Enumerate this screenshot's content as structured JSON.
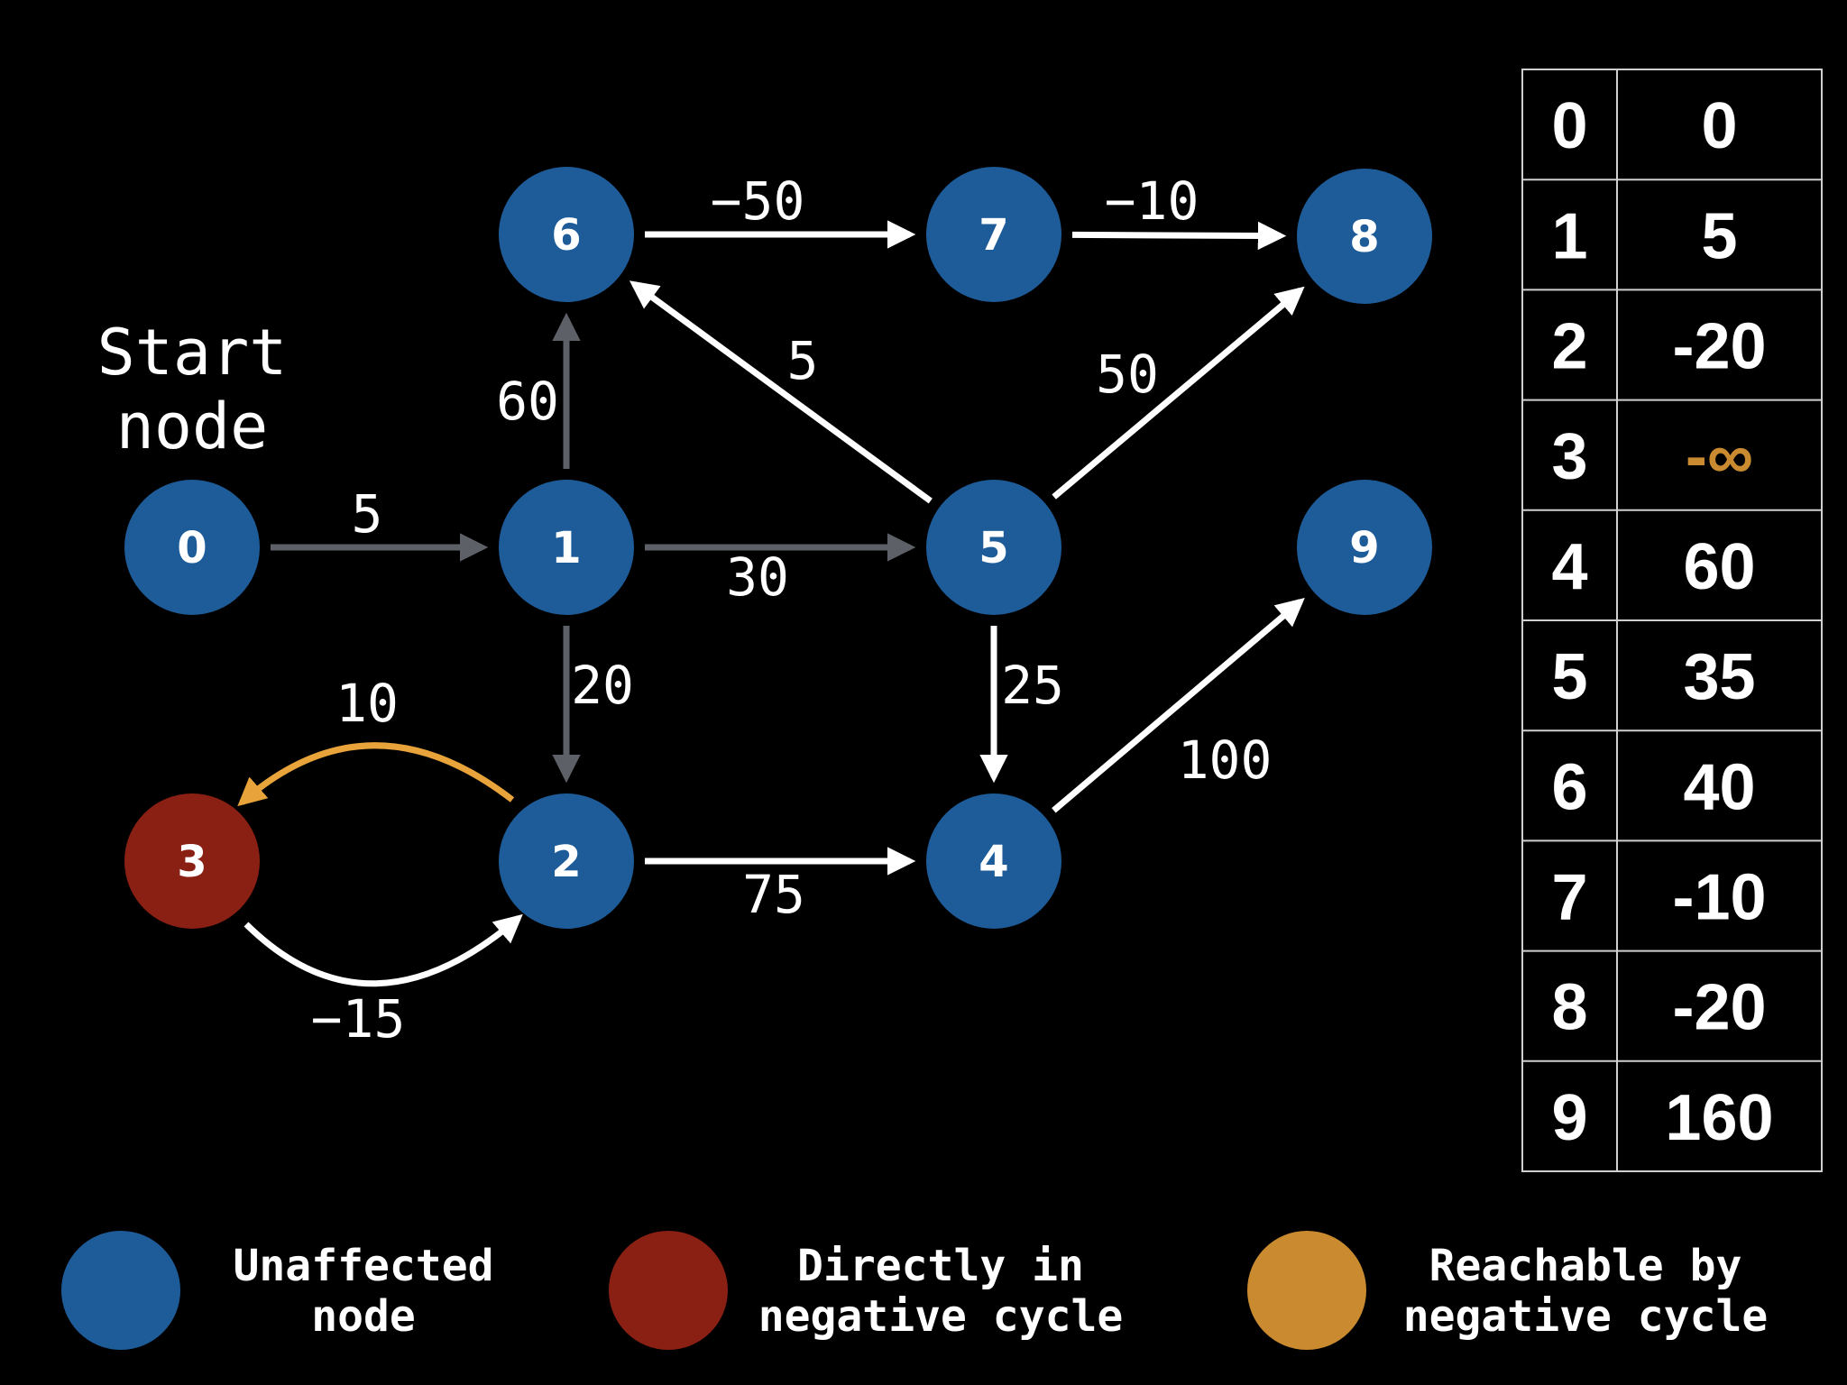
{
  "colors": {
    "background": "#000000",
    "unaffected": "#1d5c99",
    "direct_cycle": "#8a2014",
    "reachable": "#c98a30",
    "edge_gray": "#5d6066",
    "edge_white": "#ffffff",
    "edge_orange": "#e8a33a"
  },
  "start_label": [
    "Start",
    "node"
  ],
  "nodes": [
    {
      "id": "0",
      "label": "0",
      "status": "unaffected"
    },
    {
      "id": "1",
      "label": "1",
      "status": "unaffected"
    },
    {
      "id": "2",
      "label": "2",
      "status": "unaffected"
    },
    {
      "id": "3",
      "label": "3",
      "status": "direct_cycle"
    },
    {
      "id": "4",
      "label": "4",
      "status": "unaffected"
    },
    {
      "id": "5",
      "label": "5",
      "status": "unaffected"
    },
    {
      "id": "6",
      "label": "6",
      "status": "unaffected"
    },
    {
      "id": "7",
      "label": "7",
      "status": "unaffected"
    },
    {
      "id": "8",
      "label": "8",
      "status": "unaffected"
    },
    {
      "id": "9",
      "label": "9",
      "status": "unaffected"
    }
  ],
  "edges": [
    {
      "from": "0",
      "to": "1",
      "weight": "5",
      "color": "gray"
    },
    {
      "from": "1",
      "to": "6",
      "weight": "60",
      "color": "gray"
    },
    {
      "from": "1",
      "to": "5",
      "weight": "30",
      "color": "gray"
    },
    {
      "from": "1",
      "to": "2",
      "weight": "20",
      "color": "gray"
    },
    {
      "from": "6",
      "to": "7",
      "weight": "−50",
      "color": "white"
    },
    {
      "from": "7",
      "to": "8",
      "weight": "−10",
      "color": "white"
    },
    {
      "from": "5",
      "to": "6",
      "weight": "5",
      "color": "white"
    },
    {
      "from": "5",
      "to": "8",
      "weight": "50",
      "color": "white"
    },
    {
      "from": "5",
      "to": "4",
      "weight": "25",
      "color": "white"
    },
    {
      "from": "2",
      "to": "4",
      "weight": "75",
      "color": "white"
    },
    {
      "from": "4",
      "to": "9",
      "weight": "100",
      "color": "white"
    },
    {
      "from": "2",
      "to": "3",
      "weight": "10",
      "color": "orange"
    },
    {
      "from": "3",
      "to": "2",
      "weight": "−15",
      "color": "white"
    }
  ],
  "distance_table": [
    {
      "node": "0",
      "dist": "0",
      "highlight": false
    },
    {
      "node": "1",
      "dist": "5",
      "highlight": false
    },
    {
      "node": "2",
      "dist": "-20",
      "highlight": false
    },
    {
      "node": "3",
      "dist": "-∞",
      "highlight": true
    },
    {
      "node": "4",
      "dist": "60",
      "highlight": false
    },
    {
      "node": "5",
      "dist": "35",
      "highlight": false
    },
    {
      "node": "6",
      "dist": "40",
      "highlight": false
    },
    {
      "node": "7",
      "dist": "-10",
      "highlight": false
    },
    {
      "node": "8",
      "dist": "-20",
      "highlight": false
    },
    {
      "node": "9",
      "dist": "160",
      "highlight": false
    }
  ],
  "legend": [
    {
      "key": "unaffected",
      "lines": [
        "Unaffected",
        "node"
      ]
    },
    {
      "key": "direct_cycle",
      "lines": [
        "Directly in",
        "negative cycle"
      ]
    },
    {
      "key": "reachable",
      "lines": [
        "Reachable by",
        "negative cycle"
      ]
    }
  ]
}
